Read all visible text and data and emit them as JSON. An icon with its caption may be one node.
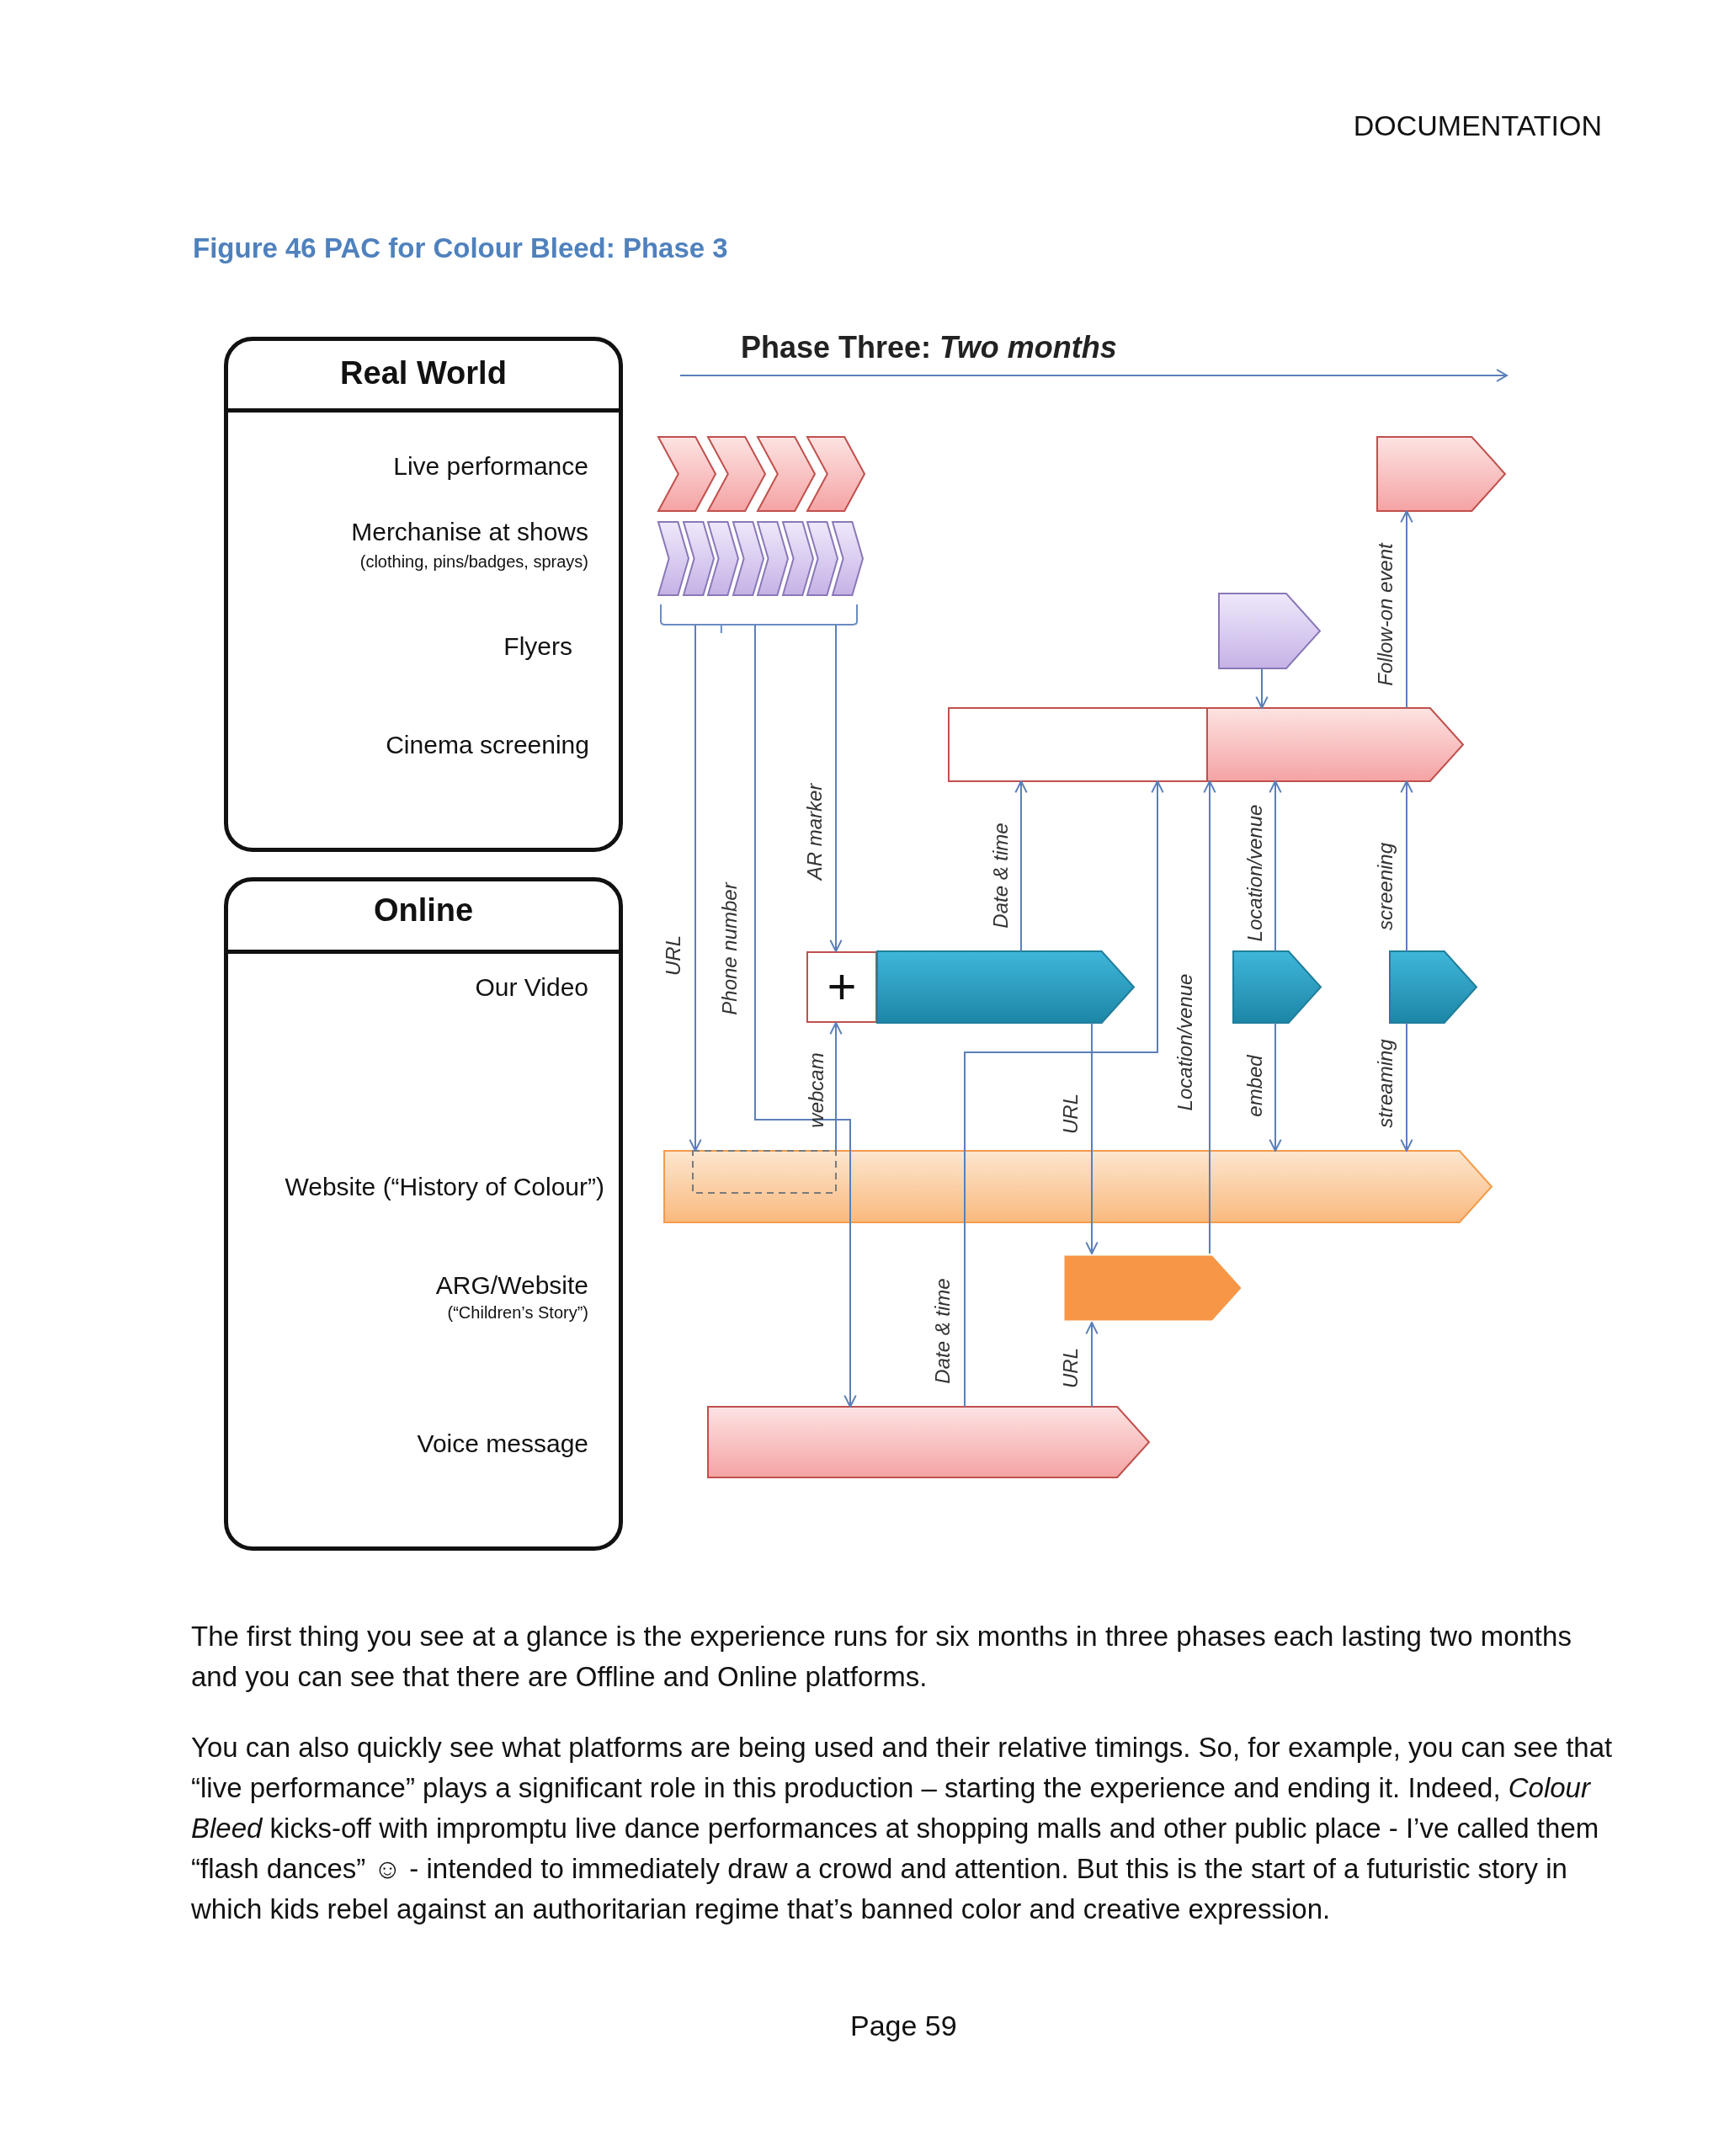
{
  "diagram": {
    "title": "Figure 46 PAC for Colour Bleed: Phase 3",
    "nodes": [
      {
        "text": [
          "Real World",
          "Live performance",
          "Merchanise at shows",
          "(clothing, pins/badges, sprays)",
          "Flyers",
          "Cinema screening"
        ]
      },
      {
        "text": [
          "Online",
          "Our Video",
          "Website (“History of Colour”)",
          "ARG/Website",
          "(“Children’s Story”)",
          "Voice message"
        ]
      },
      {
        "text": [],
        "shape": "chevron"
      },
      {
        "text": [],
        "shape": "chevron"
      },
      {
        "text": [],
        "shape": "chevron"
      },
      {
        "text": [],
        "shape": "chevron"
      },
      {
        "text": [],
        "shape": "chevron"
      },
      {
        "text": [],
        "shape": "chevron"
      },
      {
        "text": [],
        "shape": "chevron"
      },
      {
        "text": [],
        "shape": "chevron"
      },
      {
        "text": [],
        "shape": "chevron"
      },
      {
        "text": [],
        "shape": "chevron"
      },
      {
        "text": [],
        "shape": "chevron"
      },
      {
        "text": [],
        "shape": "chevron"
      },
      {
        "text": [],
        "shape": "bracket"
      },
      {
        "text": [],
        "shape": "chevron"
      },
      {
        "text": [],
        "shape": "chevron"
      },
      {
        "text": [],
        "shape": "box"
      },
      {
        "text": [],
        "shape": "chevron"
      },
      {
        "text": [
          "+"
        ]
      },
      {
        "text": [],
        "shape": "chevron"
      },
      {
        "text": [],
        "shape": "chevron"
      },
      {
        "text": [],
        "shape": "chevron"
      },
      {
        "text": [],
        "shape": "chevron"
      },
      {
        "text": [],
        "shape": "box",
        "in": 23
      },
      {
        "text": [],
        "shape": "chevron"
      },
      {
        "text": [],
        "shape": "chevron"
      }
    ],
    "edges": [
      {
        "from": 14,
        "to": 24,
        "arrow": "to",
        "label": "URL"
      },
      {
        "from": 14,
        "to": 26,
        "arrow": "to",
        "label": "Phone number"
      },
      {
        "from": 14,
        "to": 19,
        "arrow": "to",
        "label": "AR marker"
      },
      {
        "from": 24,
        "to": 19,
        "arrow": "to",
        "label": "webcam"
      },
      {
        "from": 20,
        "to": 17,
        "arrow": "to",
        "label": "Date & time"
      },
      {
        "from": 26,
        "to": 17,
        "arrow": "to",
        "label": "Date & time"
      },
      {
        "from": 20,
        "to": 25,
        "arrow": "to",
        "label": "URL"
      },
      {
        "from": 26,
        "to": 25,
        "arrow": "to",
        "label": "URL"
      },
      {
        "from": 25,
        "to": 18,
        "arrow": "to",
        "label": "Location/venue"
      },
      {
        "from": 21,
        "to": 18,
        "arrow": "to",
        "label": "Location/venue"
      },
      {
        "from": 21,
        "to": 23,
        "arrow": "to",
        "label": "embed"
      },
      {
        "from": 16,
        "to": 18,
        "arrow": "to"
      },
      {
        "from": 18,
        "to": 15,
        "arrow": "to",
        "label": "Follow-on event"
      },
      {
        "from": 22,
        "to": 18,
        "arrow": "to",
        "label": "screening"
      },
      {
        "from": 22,
        "to": 23,
        "arrow": "to",
        "label": "streaming"
      }
    ],
    "labels": [
      "DOCUMENTATION",
      "Phase Three: *Two months*",
      "The first thing you see at a glance is the experience runs for six months in three phases each lasting two months and you can see that there are Offline and Online platforms.",
      "You can also quickly see what platforms are being used and their relative timings. So, for example, you can see that “live performance” plays a significant role in this production – starting the experience and ending it. Indeed, *Colour Bleed* kicks-off with impromptu live dance performances at shopping malls and other public place - I’ve called them “flash dances” ☺ - intended to immediately draw a crowd and attention. But this is the start of a futuristic story in which kids rebel against an authoritarian regime that’s banned color and creative expression.",
      "Page 59"
    ]
  }
}
